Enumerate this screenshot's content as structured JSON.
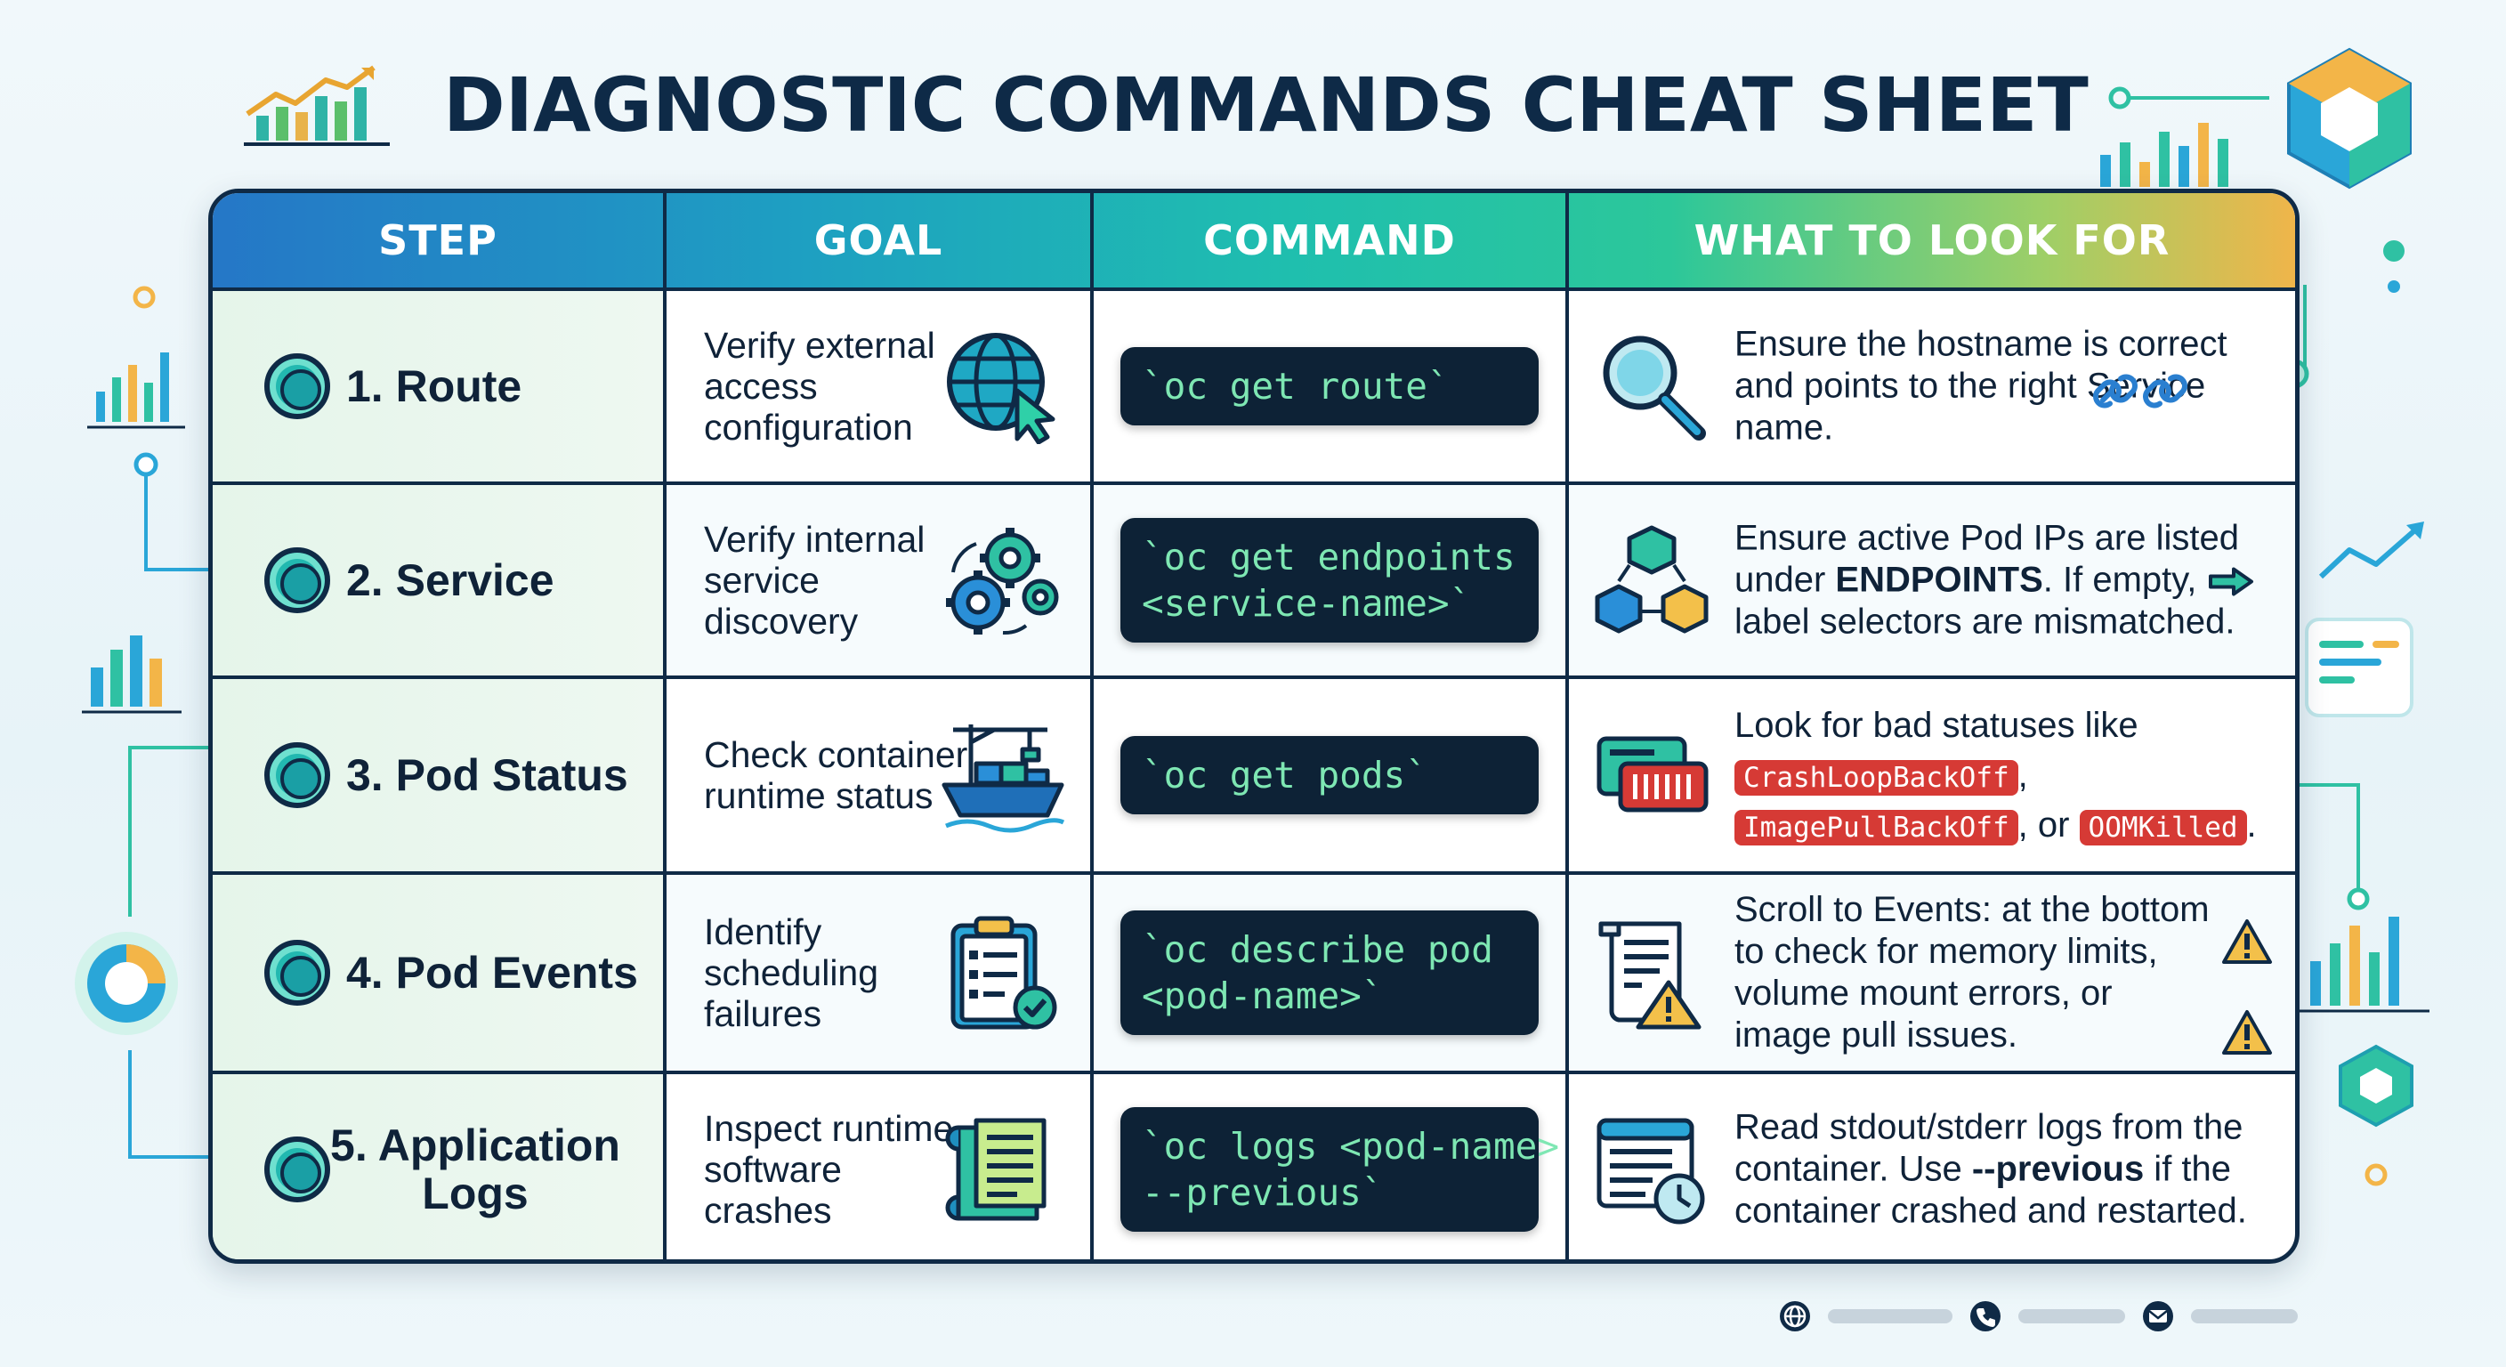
{
  "header": {
    "title": "DIAGNOSTIC COMMANDS CHEAT SHEET"
  },
  "table": {
    "columns": [
      "STEP",
      "GOAL",
      "COMMAND",
      "WHAT TO LOOK FOR"
    ],
    "rows": [
      {
        "step": "1. Route",
        "goal": "Verify external access configuration",
        "goal_icon": "globe-cursor-icon",
        "command": "`oc get route`",
        "look_icon": "magnifier-icon",
        "look": "Ensure the hostname is correct and points to the right Service name."
      },
      {
        "step": "2. Service",
        "goal": "Verify internal service discovery",
        "goal_icon": "gears-icon",
        "command_l1": "`oc get endpoints",
        "command_l2": "<service-name>`",
        "look_icon": "cubes-network-icon",
        "look_a": "Ensure active Pod IPs are listed under ",
        "look_b": "ENDPOINTS",
        "look_c": ". If empty,",
        "look_d": "label selectors are mismatched."
      },
      {
        "step": "3. Pod Status",
        "goal": "Check container runtime status",
        "goal_icon": "container-ship-icon",
        "command": "`oc get pods`",
        "look_icon": "status-cards-icon",
        "look_a": "Look for bad statuses like",
        "badge_1": "CrashLoopBackOff",
        "badge_2": "ImagePullBackOff",
        "look_or": ", or",
        "badge_3": "OOMKilled"
      },
      {
        "step": "4. Pod Events",
        "goal": "Identify scheduling failures",
        "goal_icon": "clipboard-check-icon",
        "command_l1": "`oc describe pod",
        "command_l2": "<pod-name>`",
        "look_icon": "scroll-warning-icon",
        "look": "Scroll to Events: at the bottom to check for memory limits, volume mount errors, or image pull issues."
      },
      {
        "step": "5. Application Logs",
        "goal": "Inspect runtime software crashes",
        "goal_icon": "book-icon",
        "command_l1": "`oc logs <pod-name>",
        "command_l2": "--previous`",
        "look_icon": "log-window-clock-icon",
        "look_a": "Read stdout/stderr logs from the container. Use ",
        "look_b": "--previous",
        "look_c": " if the container crashed and restarted."
      }
    ]
  },
  "colors": {
    "navy": "#0f2a46",
    "header_gradient": [
      "#2577c7",
      "#1fbfae",
      "#efb54a"
    ],
    "command_bg": "#0d2236",
    "badge_red": "#d63a35"
  }
}
